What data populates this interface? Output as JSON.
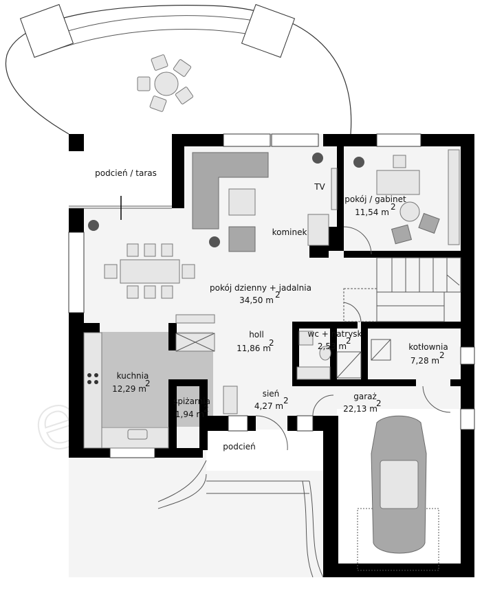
{
  "rooms": [
    {
      "key": "podcien-taras",
      "name": "podcień / taras",
      "area": ""
    },
    {
      "key": "pokoj-gabinet",
      "name": "pokój / gabinet",
      "area": "11,54 m"
    },
    {
      "key": "pokoj-dzienny",
      "name": "pokój dzienny + jadalnia",
      "area": "34,50 m"
    },
    {
      "key": "holl",
      "name": "holl",
      "area": "11,86 m"
    },
    {
      "key": "wc",
      "name": "wc + natrysk",
      "area": "2,53 m"
    },
    {
      "key": "kotlownia",
      "name": "kotłownia",
      "area": "7,28 m"
    },
    {
      "key": "kuchnia",
      "name": "kuchnia",
      "area": "12,29 m"
    },
    {
      "key": "spizarnia",
      "name": "spiżarnia",
      "area": "1,94 m"
    },
    {
      "key": "sien",
      "name": "sień",
      "area": "4,27 m"
    },
    {
      "key": "garaz",
      "name": "garaż",
      "area": "22,13 m"
    },
    {
      "key": "podcien",
      "name": "podcień",
      "area": ""
    }
  ],
  "labels": {
    "tv": "TV",
    "kominek": "kominek",
    "superscript": "2",
    "watermark": "extradom"
  }
}
